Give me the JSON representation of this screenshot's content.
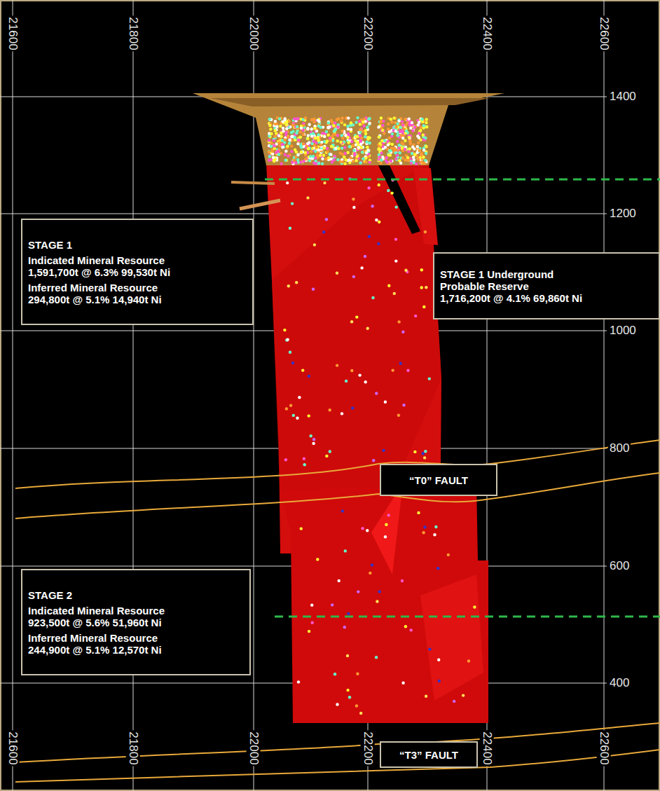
{
  "diagram": {
    "nodes": [
      {
        "text": [
          "STAGE 1",
          "Indicated Mineral Resource",
          "1,591,700t @ 6.3% 99,530t Ni",
          "Inferred Mineral Resource",
          "294,800t @ 5.1% 14,940t Ni"
        ]
      },
      {
        "text": [
          "STAGE 1 Underground",
          "Probable Reserve",
          "1,716,200t @ 4.1% 69,860t Ni"
        ]
      },
      {
        "text": [
          "“T0” FAULT"
        ]
      },
      {
        "text": [
          "STAGE 2",
          "Indicated Mineral Resource",
          "923,500t @ 5.6% 51,960t Ni",
          "Inferred Mineral Resource",
          "244,900t @ 5.1% 12,570t Ni"
        ]
      },
      {
        "text": [
          "“T3” FAULT"
        ]
      }
    ],
    "edges": [],
    "labels": [
      "21600",
      "21800",
      "22000",
      "22200",
      "22400",
      "22600",
      "1400",
      "1200",
      "1000",
      "800",
      "600",
      "400",
      "21600",
      "21800",
      "22000",
      "22200",
      "22400",
      "22600"
    ]
  }
}
